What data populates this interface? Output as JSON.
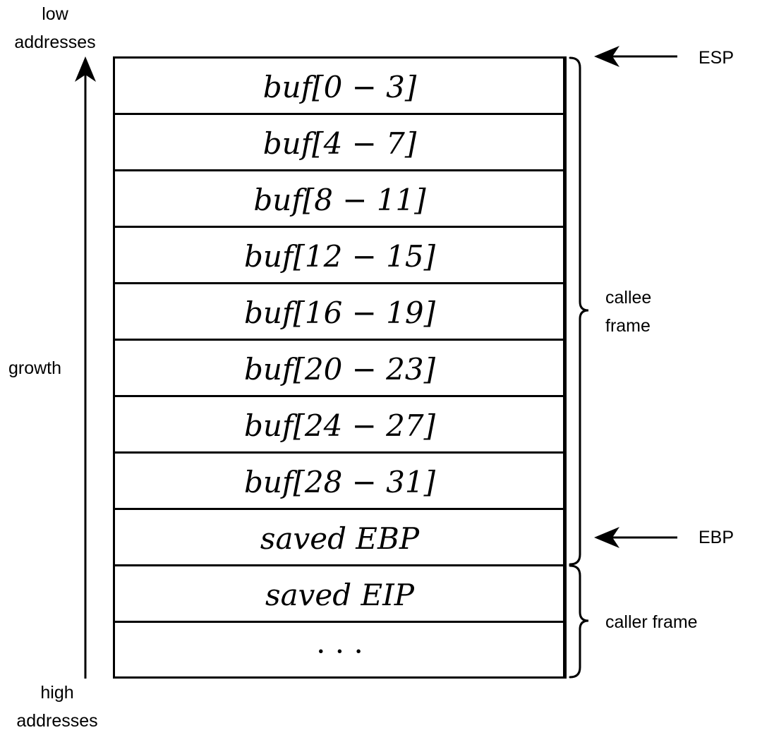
{
  "labels": {
    "top": "low\naddresses",
    "bottom": "high\naddresses",
    "growth": "growth",
    "esp": "ESP",
    "ebp": "EBP",
    "callee_frame": "callee\nframe",
    "caller_frame": "caller frame"
  },
  "stack_rows": [
    "buf[0 − 3]",
    "buf[4 − 7]",
    "buf[8 − 11]",
    "buf[12 − 15]",
    "buf[16 − 19]",
    "buf[20 − 23]",
    "buf[24 − 27]",
    "buf[28 − 31]",
    "saved EBP",
    "saved EIP",
    "· · ·"
  ],
  "colors": {
    "stroke": "#000000",
    "background": "#ffffff"
  }
}
